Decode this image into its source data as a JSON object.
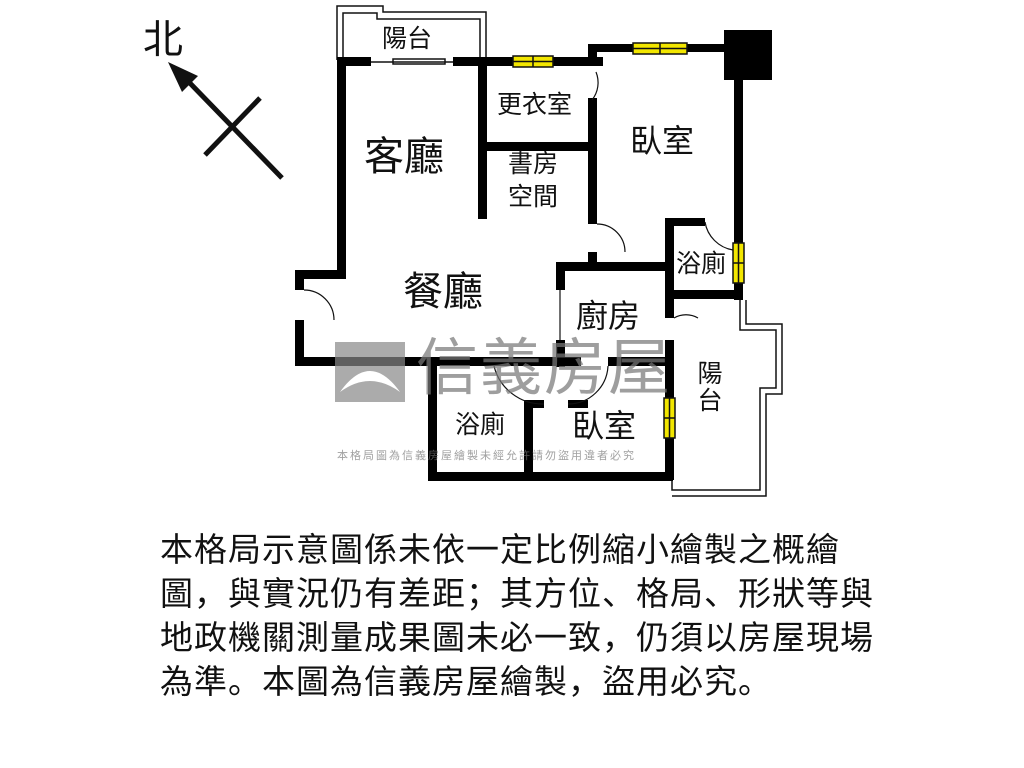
{
  "compass": {
    "label": "北"
  },
  "rooms": {
    "balcony_top": "陽台",
    "dressing_room": "更衣室",
    "living_room": "客廳",
    "study_line1": "書房",
    "study_line2": "空間",
    "bedroom_main": "臥室",
    "bathroom_right": "浴廁",
    "dining_room": "餐廳",
    "kitchen": "廚房",
    "balcony_right": "陽台",
    "bathroom_bottom": "浴廁",
    "bedroom_bottom": "臥室"
  },
  "watermark": {
    "brand": "信義房屋",
    "notice": "本格局圖為信義房屋繪製未經允許請勿盜用違者必究"
  },
  "disclaimer": "本格局示意圖係未依一定比例縮小繪製之概繪圖，與實況仍有差距；其方位、格局、形狀等與地政機關測量成果圖未必一致，仍須以房屋現場為準。本圖為信義房屋繪製，盜用必究。",
  "colors": {
    "wall": "#000000",
    "window": "#f2e600",
    "watermark": "#808080"
  }
}
